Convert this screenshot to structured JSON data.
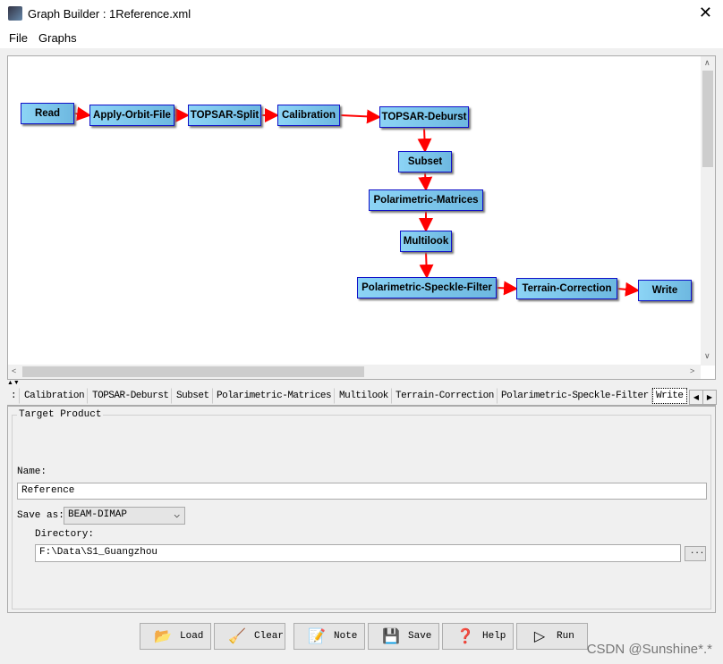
{
  "window": {
    "title": "Graph Builder : 1Reference.xml"
  },
  "menu": [
    "File",
    "Graphs"
  ],
  "graph": {
    "nodes": [
      {
        "id": "read",
        "label": "Read"
      },
      {
        "id": "orbit",
        "label": "Apply-Orbit-File"
      },
      {
        "id": "split",
        "label": "TOPSAR-Split"
      },
      {
        "id": "cal",
        "label": "Calibration"
      },
      {
        "id": "deburst",
        "label": "TOPSAR-Deburst"
      },
      {
        "id": "subset",
        "label": "Subset"
      },
      {
        "id": "polmat",
        "label": "Polarimetric-Matrices"
      },
      {
        "id": "multilook",
        "label": "Multilook"
      },
      {
        "id": "speckle",
        "label": "Polarimetric-Speckle-Filter"
      },
      {
        "id": "terrain",
        "label": "Terrain-Correction"
      },
      {
        "id": "write",
        "label": "Write"
      }
    ],
    "edges": [
      [
        "read",
        "orbit"
      ],
      [
        "orbit",
        "split"
      ],
      [
        "split",
        "cal"
      ],
      [
        "cal",
        "deburst"
      ],
      [
        "deburst",
        "subset"
      ],
      [
        "subset",
        "polmat"
      ],
      [
        "polmat",
        "multilook"
      ],
      [
        "multilook",
        "speckle"
      ],
      [
        "speckle",
        "terrain"
      ],
      [
        "terrain",
        "write"
      ]
    ],
    "node_color": "#7ec8ee",
    "edge_color": "#ff0000"
  },
  "tabs": [
    ":",
    "Calibration",
    "TOPSAR-Deburst",
    "Subset",
    "Polarimetric-Matrices",
    "Multilook",
    "Terrain-Correction",
    "Polarimetric-Speckle-Filter",
    "Write"
  ],
  "selected_tab": "Write",
  "target": {
    "group_title": "Target Product",
    "name_label": "Name:",
    "name_value": "Reference",
    "saveas_label": "Save as:",
    "saveas_value": "BEAM-DIMAP",
    "dir_label": "Directory:",
    "dir_value": "F:\\Data\\S1_Guangzhou",
    "browse": "..."
  },
  "buttons": [
    {
      "label": "Load",
      "icon": "folder-icon"
    },
    {
      "label": "Clear",
      "icon": "broom-icon"
    },
    {
      "label": "Note",
      "icon": "note-icon"
    },
    {
      "label": "Save",
      "icon": "save-icon"
    },
    {
      "label": "Help",
      "icon": "help-icon"
    },
    {
      "label": "Run",
      "icon": "play-icon"
    }
  ],
  "watermark": "CSDN @Sunshine*.*"
}
